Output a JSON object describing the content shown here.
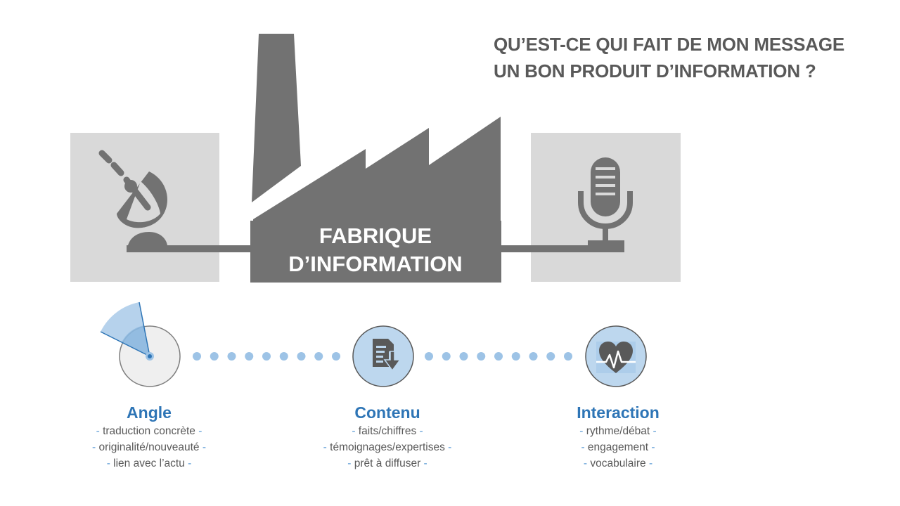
{
  "title": {
    "line1": "QU’EST-CE QUI FAIT DE MON MESSAGE",
    "line2": "UN BON PRODUIT D’INFORMATION ?"
  },
  "factory": {
    "line1": "FABRIQUE",
    "line2": "D’INFORMATION"
  },
  "icons": {
    "left_box": "satellite-dish-icon",
    "right_box": "microphone-icon",
    "step1": "radar-angle-icon",
    "step2": "document-download-icon",
    "step3": "heart-pulse-icon"
  },
  "colors": {
    "factory_gray": "#727272",
    "box_gray": "#d9d9d9",
    "accent_blue": "#2e75b6",
    "light_blue": "#bdd7ee",
    "dot_blue": "#9dc3e6"
  },
  "steps": [
    {
      "title": "Angle",
      "items": [
        "traduction concrète",
        "originalité/nouveauté",
        "lien avec l’actu"
      ]
    },
    {
      "title": "Contenu",
      "items": [
        "faits/chiffres",
        "témoignages/expertises",
        "prêt à diffuser"
      ]
    },
    {
      "title": "Interaction",
      "items": [
        "rythme/débat",
        "engagement",
        "vocabulaire"
      ]
    }
  ]
}
